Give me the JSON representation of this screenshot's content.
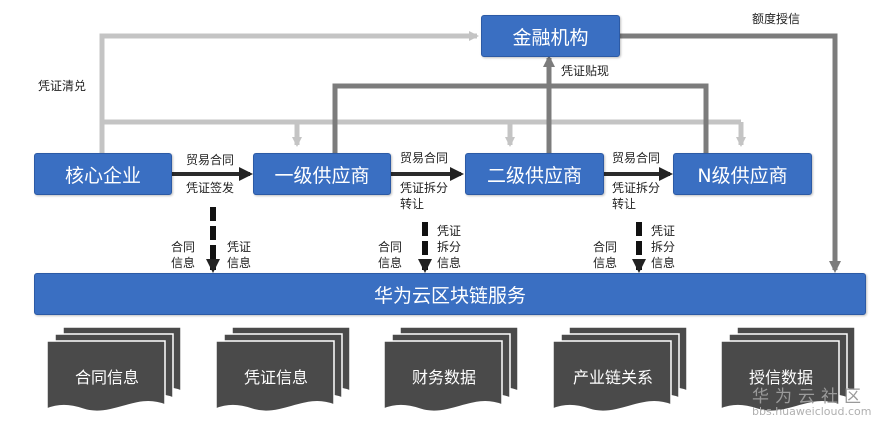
{
  "nodes": {
    "finance": "金融机构",
    "core": "核心企业",
    "tier1": "一级供应商",
    "tier2": "二级供应商",
    "tierN": "N级供应商"
  },
  "service_bar": "华为云区块链服务",
  "edge_labels": {
    "credit": "额度授信",
    "voucher_redeem": "凭证清兑",
    "voucher_discount": "凭证贴现",
    "trade_contract_1": "贸易合同",
    "voucher_issue": "凭证签发",
    "trade_contract_2": "贸易合同",
    "voucher_split_2a": "凭证拆分",
    "voucher_split_2b": "转让",
    "trade_contract_3": "贸易合同",
    "voucher_split_3a": "凭证拆分",
    "voucher_split_3b": "转让"
  },
  "upload_labels": {
    "g1_contract_a": "合同",
    "g1_contract_b": "信息",
    "g1_voucher_a": "凭证",
    "g1_voucher_b": "信息",
    "g2_contract_a": "合同",
    "g2_contract_b": "信息",
    "g2_voucher_a": "凭证",
    "g2_voucher_b": "拆分",
    "g2_voucher_c": "信息",
    "g3_contract_a": "合同",
    "g3_contract_b": "信息",
    "g3_voucher_a": "凭证",
    "g3_voucher_b": "拆分",
    "g3_voucher_c": "信息"
  },
  "data_stores": [
    "合同信息",
    "凭证信息",
    "财务数据",
    "产业链关系",
    "授信数据"
  ],
  "watermark": {
    "brand": "华为云社区",
    "url": "bbs.huaweicloud.com"
  },
  "colors": {
    "box_fill": "#3a6fc2",
    "light_line": "#c4c4c4",
    "dark_line": "#7c7c7c",
    "doc_fill": "#4a4a4a"
  }
}
